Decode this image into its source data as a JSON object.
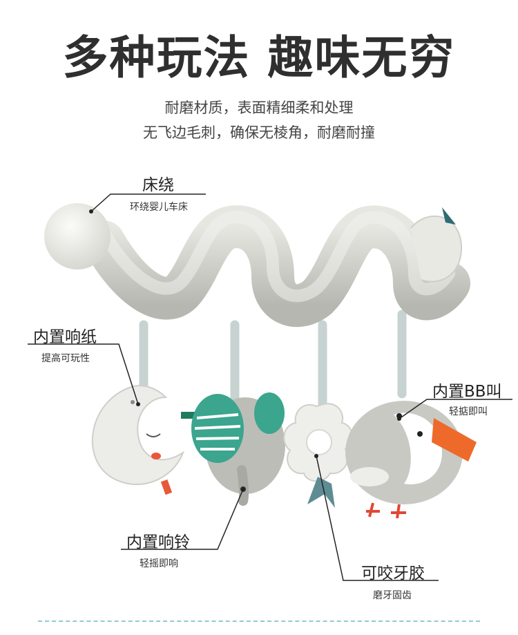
{
  "headline": "多种玩法 趣味无穷",
  "subtitle_lines": [
    "耐磨材质，表面精细柔和处理",
    "无飞边毛刺，确保无棱角，耐磨耐撞"
  ],
  "callouts": {
    "bed": {
      "label": "床绕",
      "desc": "环绕婴儿车床"
    },
    "paper": {
      "label": "内置响纸",
      "desc": "提高可玩性"
    },
    "bb": {
      "label": "内置BB叫",
      "desc": "轻掂即叫"
    },
    "bell": {
      "label": "内置响铃",
      "desc": "轻摇即响"
    },
    "teether": {
      "label": "可咬牙胶",
      "desc": "磨牙固齿"
    }
  },
  "colors": {
    "accent_teal": "#3ba58e",
    "beak_orange": "#ee6a2b",
    "plush_gray": "#c9c9c4",
    "dash_line": "#8ec9d6"
  }
}
